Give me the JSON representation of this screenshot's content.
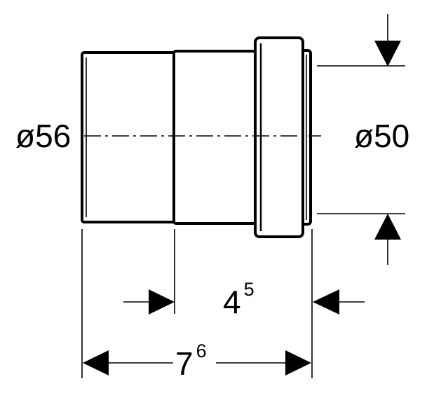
{
  "dimensions": {
    "outer_diameter": "ø56",
    "inner_diameter": "ø50",
    "insert_length": {
      "base": "4",
      "sup": "5"
    },
    "total_length": {
      "base": "7",
      "sup": "6"
    }
  },
  "colors": {
    "line": "#000000",
    "background": "#ffffff"
  }
}
